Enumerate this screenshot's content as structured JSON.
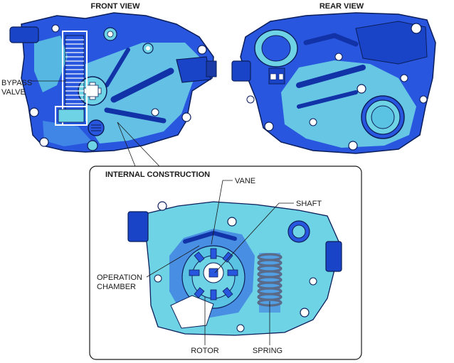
{
  "headings": {
    "front_view": "FRONT VIEW",
    "rear_view": "REAR VIEW",
    "internal_construction": "INTERNAL CONSTRUCTION"
  },
  "labels": {
    "bypass_valve_line1": "BYPASS",
    "bypass_valve_line2": "VALVE",
    "vane": "VANE",
    "shaft": "SHAFT",
    "operation_chamber_line1": "OPERATION",
    "operation_chamber_line2": "CHAMBER",
    "rotor": "ROTOR",
    "spring": "SPRING"
  },
  "colors": {
    "housing_dark": "#1f4fd6",
    "housing_light": "#6fd3e6",
    "outline": "#0b1e5a",
    "spring": "#5a6b8a"
  }
}
